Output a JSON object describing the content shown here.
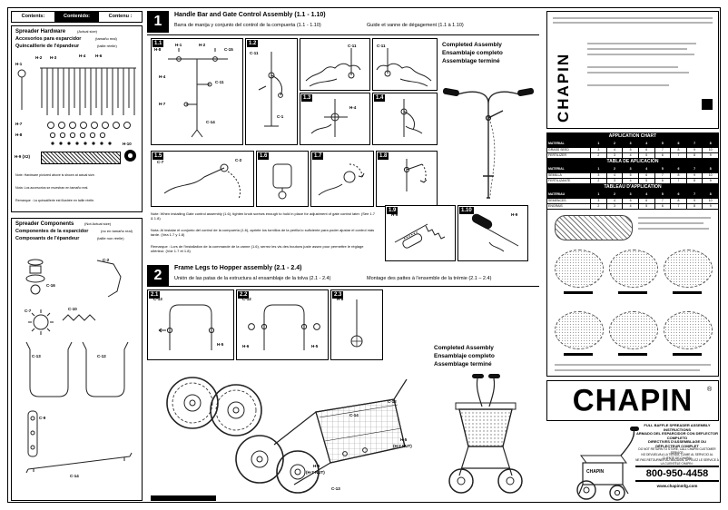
{
  "contents": {
    "en": "Contents:",
    "es": "Contenido:",
    "fr": "Contenu :"
  },
  "hardware": {
    "title_en": "Spreader Hardware",
    "size_en": "(Actual size)",
    "title_es": "Accesorios para esparcidor",
    "size_es": "(tamaño real)",
    "title_fr": "Quincaillerie de l'épandeur",
    "size_fr": "(taille réelle)",
    "labels": {
      "h1": "H-1",
      "h2": "H-2",
      "h3": "H-3",
      "h4": "H-4",
      "h6": "H-6",
      "h7": "H-7",
      "h8": "H-8",
      "h9": "H-9 (X2)",
      "h10": "H-10"
    },
    "note_en": "Note: Hardware pictured above is shown at actual size.",
    "note_es": "Nota: Los accesorios se muestran en tamaño real.",
    "note_fr": "Remarque : La quincaillerie est illustrée en taille réelle."
  },
  "components": {
    "title_en": "Spreader Components",
    "size_en": "(Not Actual size)",
    "title_es": "Componentes de la esparcidor",
    "size_es": "(no en tamaño real)",
    "title_fr": "Composants de l'épandeur",
    "size_fr": "(taille non réelle)",
    "labels": {
      "c16": "C-16",
      "c2": "C-2",
      "c7": "C-7",
      "c10": "C-10",
      "c13": "C-13",
      "c12": "C-12",
      "c9": "C-9",
      "c14": "C-14"
    }
  },
  "step1": {
    "num": "1",
    "title_en": "Handle Bar and Gate Control Assembly (1.1 - 1.10)",
    "title_es": "Barra de manija y conjunto del control de la compuerta (1.1 - 1.10)",
    "title_fr": "Guide et vanne de dégagement (1.1 à 1.10)",
    "tags": [
      "1.1",
      "1.2",
      "1.3",
      "1.4",
      "1.5",
      "1.6",
      "1.7",
      "1.8",
      "1.9",
      "1.10"
    ],
    "labels": {
      "h8": "H-8",
      "h1": "H-1",
      "h2": "H-2",
      "c15": "C-15",
      "c11": "C-11",
      "c14": "C-14",
      "h7": "H-7",
      "h4": "H-4",
      "c1": "C-1",
      "c7": "C-7",
      "c2": "C-2",
      "h9": "H-9"
    },
    "completed_en": "Completed Assembly",
    "completed_es": "Ensamblaje completo",
    "completed_fr": "Assemblage terminé",
    "note_en": "Note: When installing Gate control assembly (1.6), tighten knob screws enough to hold in place for adjustment of gate control later. (See 1.7 & 1.8)",
    "note_es": "Nota: Al instalar el conjunto del control de la compuerta (1.6), apriete los tornillos de la perilla lo suficiente para poder ajustar el control más tarde. (Vea 1.7 y 1.8)",
    "note_fr": "Remarque : Lors de l'installation de la commande de la vanne (1.6), serrez les vis des boutons juste assez pour permettre le réglage ultérieur. (Voir 1.7 et 1.8)"
  },
  "step2": {
    "num": "2",
    "title_en": "Frame Legs to Hopper assembly (2.1 - 2.4)",
    "title_es": "Unión de las patas de la estructura al ensamblaje de la tolva (2.1 - 2.4)",
    "title_fr": "Montage des pattes à l'ensemble de la trémie (2.1 – 2.4)",
    "tags": [
      "2.1",
      "2.2",
      "2.3"
    ],
    "labels": {
      "c13": "C-13",
      "c12": "C-12",
      "c14": "C-14",
      "h5": "H-5",
      "h6": "H-6",
      "h8": "H-8",
      "nut": "(H-7 NUT)"
    },
    "completed_en": "Completed Assembly",
    "completed_es": "Ensamblaje completo",
    "completed_fr": "Assemblage terminé"
  },
  "right": {
    "reg_brand": "CHAPIN",
    "chart_title": "APPLICATION CHART",
    "tabla_title": "TABLA DE APLICACIÓN",
    "tableau_title": "TABLEAU D'APPLICATION",
    "table_en": {
      "header": [
        "MATERIAL",
        "1",
        "2",
        "3",
        "4",
        "5",
        "6",
        "7",
        "8"
      ],
      "rows": [
        [
          "GRASS SEED",
          "3",
          "4",
          "5",
          "6",
          "7",
          "8",
          "9",
          "10"
        ],
        [
          "FERTILIZER",
          "2",
          "3",
          "4",
          "5",
          "6",
          "7",
          "8",
          "9"
        ]
      ]
    },
    "table_es": {
      "header": [
        "MATERIAL",
        "1",
        "2",
        "3",
        "4",
        "5",
        "6",
        "7",
        "8"
      ],
      "rows": [
        [
          "SEMILLA",
          "3",
          "4",
          "5",
          "6",
          "7",
          "8",
          "9",
          "10"
        ],
        [
          "FERTILIZANTE",
          "2",
          "3",
          "4",
          "5",
          "6",
          "7",
          "8",
          "9"
        ]
      ]
    },
    "table_fr": {
      "header": [
        "MATÉRIAU",
        "1",
        "2",
        "3",
        "4",
        "5",
        "6",
        "7",
        "8"
      ],
      "rows": [
        [
          "SEMENCES",
          "3",
          "4",
          "5",
          "6",
          "7",
          "8",
          "9",
          "10"
        ],
        [
          "ENGRAIS",
          "2",
          "3",
          "4",
          "5",
          "6",
          "7",
          "8",
          "9"
        ]
      ]
    },
    "logo": "CHAPIN",
    "logo_reg": "®",
    "instr_en": "FULL BAFFLE SPREADER ASSEMBLY INSTRUCTIONS",
    "instr_es": "ARMADO DEL ESPARCIDOR CON DEFLECTOR COMPLETO",
    "instr_fr": "DIRECTIVES D'ASSEMBLAGE DU DÉFLECTEUR COMPLET",
    "service_en": "DO NOT RETURN TO STORE, CALL CHAPIN CUSTOMER SERVICE:",
    "service_es": "NO DEVUELVA A LA TIENDA, LLAME AL SERVICIO AL CLIENTE DE CHAPIN:",
    "service_fr": "NE PAS RETOURNER AU MAGASIN, APPELEZ LE SERVICE À LA CLIENTÈLE CHAPIN :",
    "phone": "800-950-4458",
    "website": "www.chapinmfg.com",
    "brand_small": "CHAPIN"
  }
}
